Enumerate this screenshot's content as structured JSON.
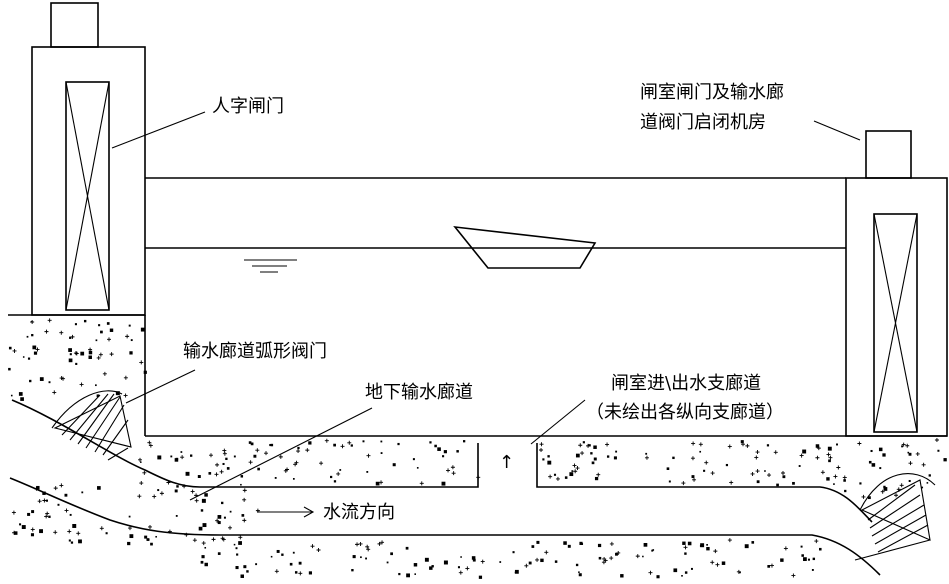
{
  "labels": {
    "miter_gate": "人字闸门",
    "valve_house_line1": "闸室闸门及输水廊",
    "valve_house_line2": "道阀门启闭机房",
    "radial_valve": "输水廊道弧形阀门",
    "underground_culvert": "地下输水廊道",
    "branch_line1": "闸室进\\出水支廊道",
    "branch_line2": "（未绘出各纵向支廊道）",
    "flow_direction": "水流方向",
    "up_arrow": "↑"
  },
  "colors": {
    "line": "#000000",
    "background": "#ffffff"
  },
  "icons": {
    "flow_arrow": "right-arrow-icon",
    "branch_arrow": "up-arrow-icon",
    "water_level": "water-level-symbol-icon"
  }
}
